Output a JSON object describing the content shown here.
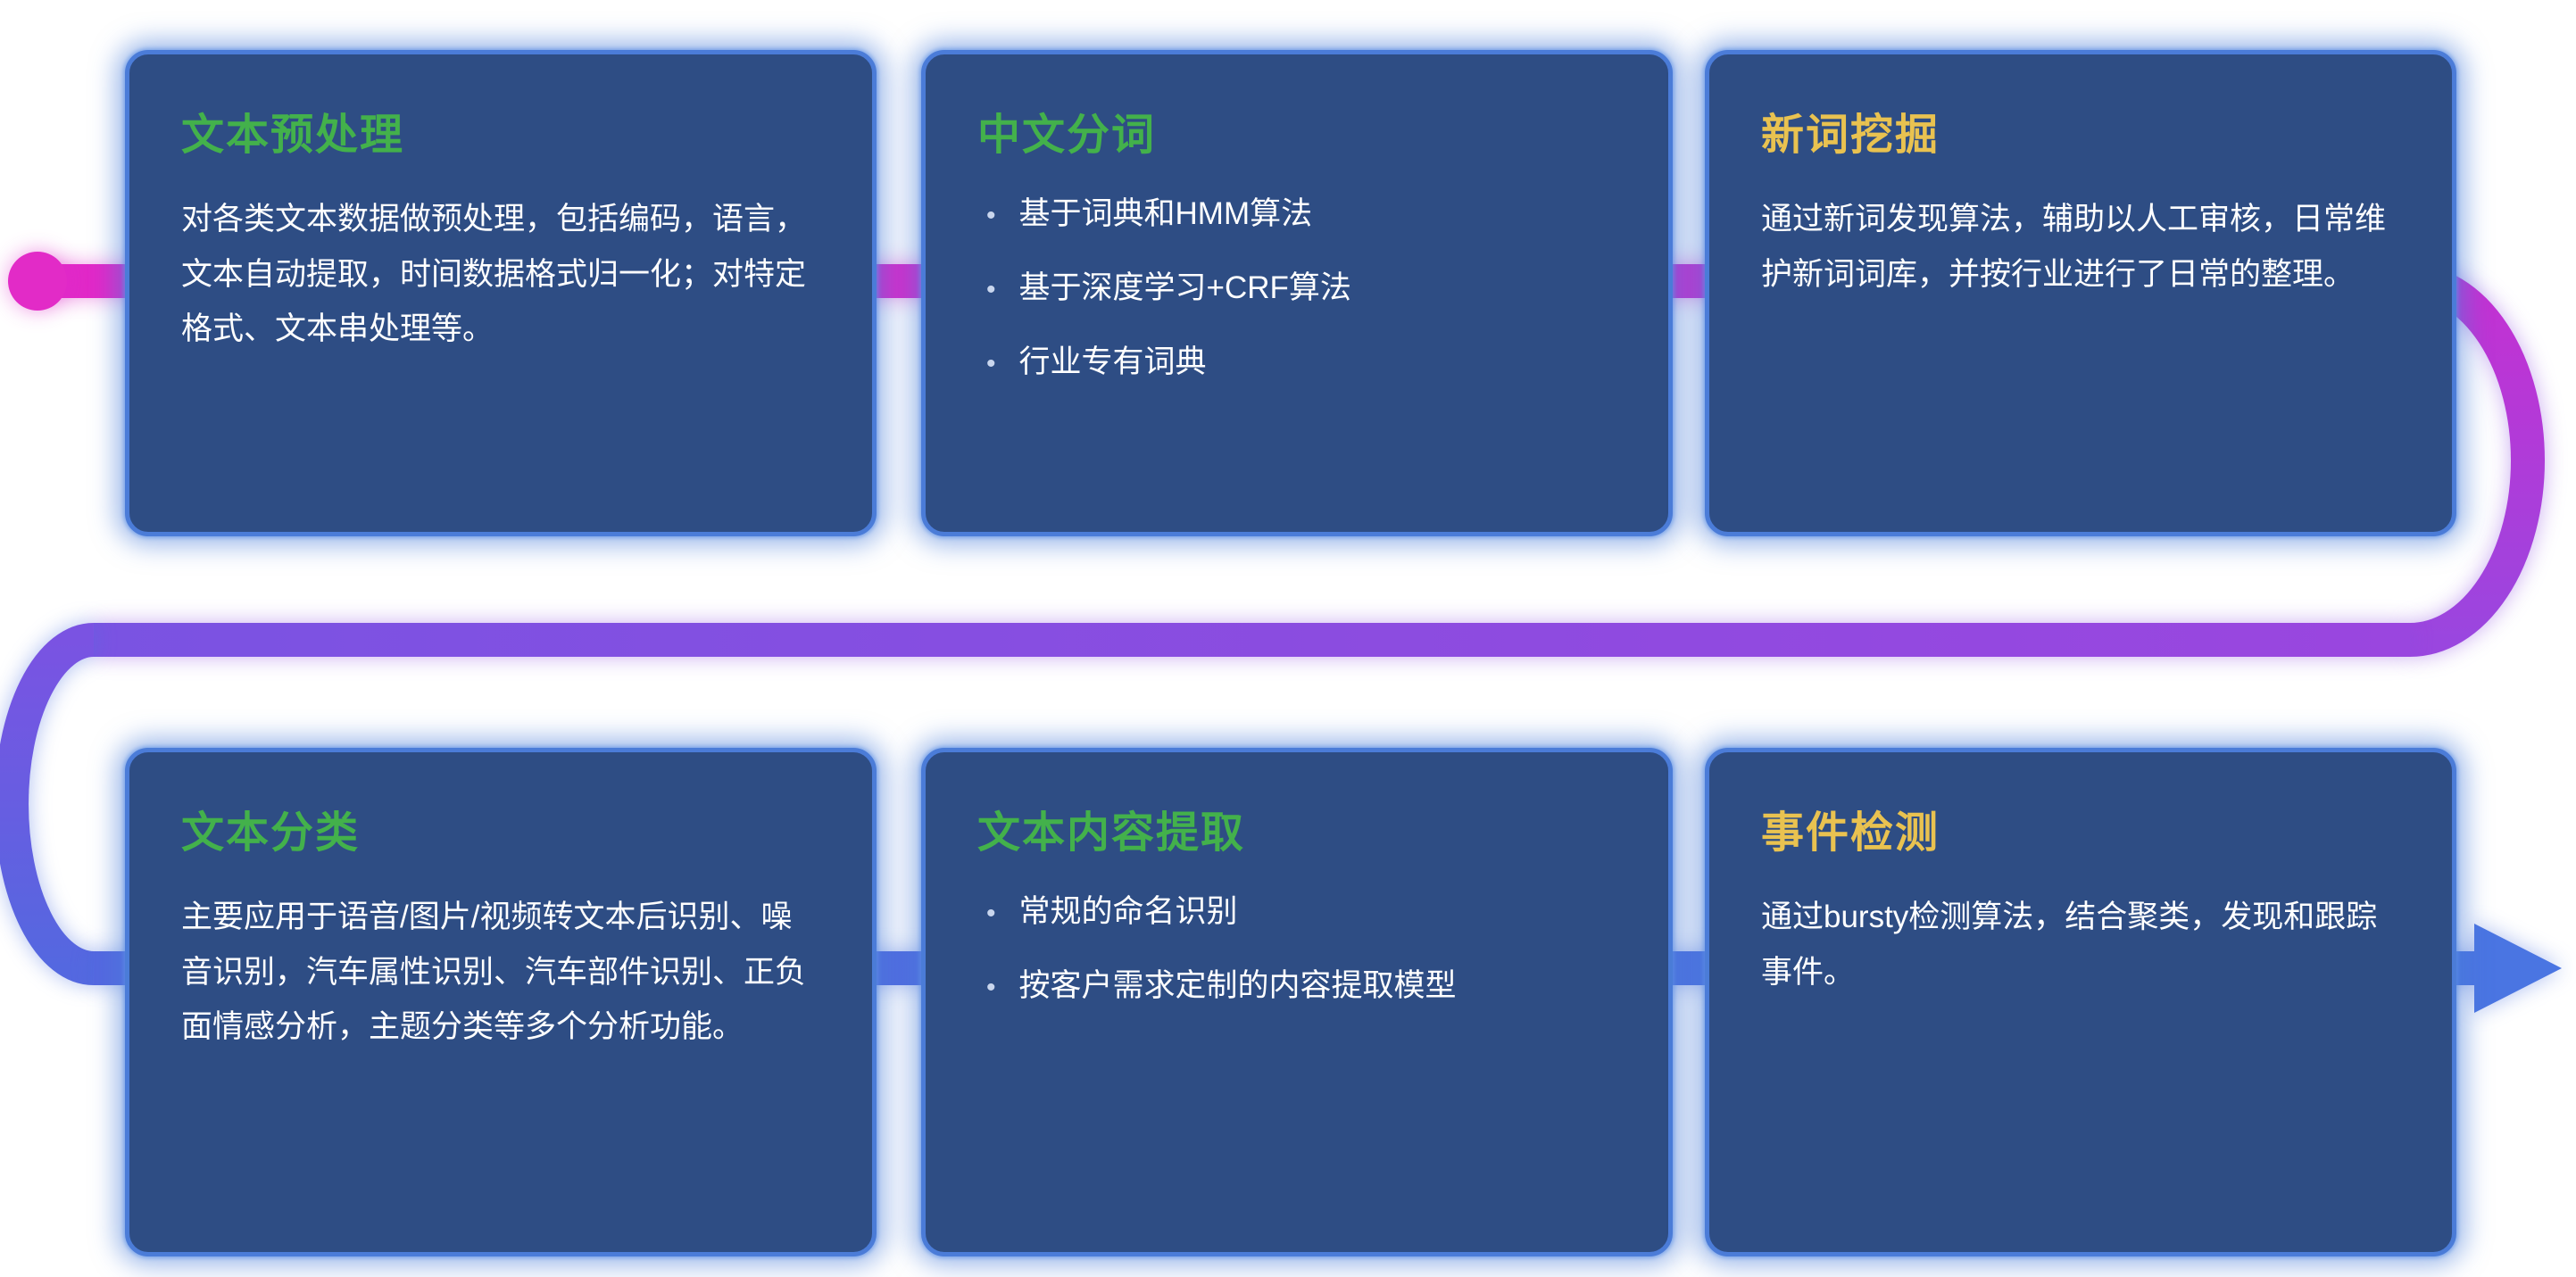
{
  "icons": {
    "bullet": "•"
  },
  "colors": {
    "background": "#ffffff",
    "card_bg": "#2E4D84",
    "card_border": "#4B7CD8",
    "card_glow": "#4A7DD8",
    "title_green": "#43B14B",
    "title_yellow": "#E9C250",
    "body_text": "#FFFFFF",
    "pipeline_magenta": "#DC29C8",
    "pipeline_purple": "#8C4CE0",
    "pipeline_blue": "#4C72E0"
  },
  "pipeline": {
    "start_dot": "start-dot",
    "end_arrow": "arrow-right"
  },
  "cards": [
    {
      "title": "文本预处理",
      "body": "对各类文本数据做预处理，包括编码，语言，文本自动提取，时间数据格式归一化；对特定格式、文本串处理等。"
    },
    {
      "title": "中文分词",
      "bullets": [
        "基于词典和HMM算法",
        "基于深度学习+CRF算法",
        "行业专有词典"
      ]
    },
    {
      "title": "新词挖掘",
      "body": "通过新词发现算法，辅助以人工审核，日常维护新词词库，并按行业进行了日常的整理。"
    },
    {
      "title": "文本分类",
      "body": "主要应用于语音/图片/视频转文本后识别、噪音识别，汽车属性识别、汽车部件识别、正负面情感分析，主题分类等多个分析功能。"
    },
    {
      "title": "文本内容提取",
      "bullets": [
        "常规的命名识别",
        "按客户需求定制的内容提取模型"
      ]
    },
    {
      "title": "事件检测",
      "body": "通过bursty检测算法，结合聚类，发现和跟踪事件。"
    }
  ]
}
